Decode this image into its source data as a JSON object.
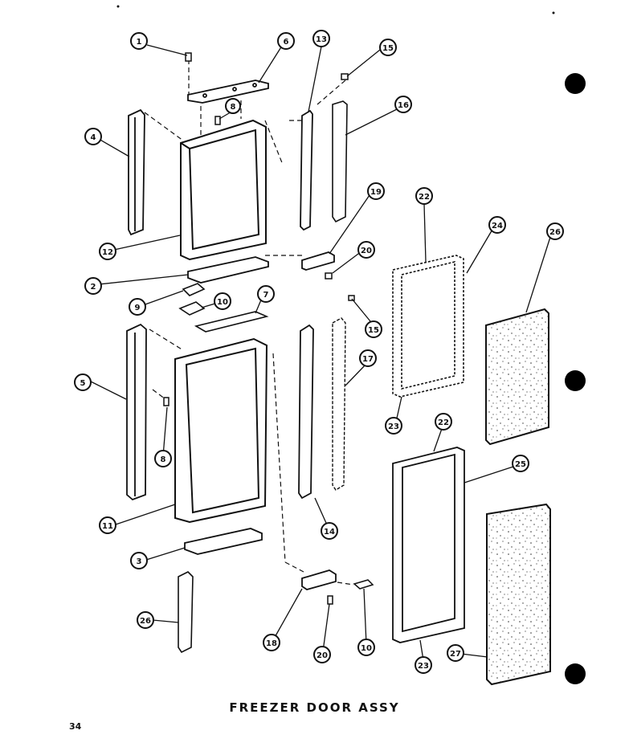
{
  "title": "FREEZER DOOR ASSY",
  "page_number": "34",
  "callouts": [
    {
      "id": "c1",
      "label": "1"
    },
    {
      "id": "c6",
      "label": "6"
    },
    {
      "id": "c13",
      "label": "13"
    },
    {
      "id": "c15a",
      "label": "15"
    },
    {
      "id": "c4",
      "label": "4"
    },
    {
      "id": "c8a",
      "label": "8"
    },
    {
      "id": "c16",
      "label": "16"
    },
    {
      "id": "c12",
      "label": "12"
    },
    {
      "id": "c19a",
      "label": "19"
    },
    {
      "id": "c22a",
      "label": "22"
    },
    {
      "id": "c24",
      "label": "24"
    },
    {
      "id": "c26a",
      "label": "26"
    },
    {
      "id": "c20a",
      "label": "20"
    },
    {
      "id": "c2",
      "label": "2"
    },
    {
      "id": "c9",
      "label": "9"
    },
    {
      "id": "c10a",
      "label": "10"
    },
    {
      "id": "c7",
      "label": "7"
    },
    {
      "id": "c15b",
      "label": "15"
    },
    {
      "id": "c17",
      "label": "17"
    },
    {
      "id": "c5",
      "label": "5"
    },
    {
      "id": "c23a",
      "label": "23"
    },
    {
      "id": "c22b",
      "label": "22"
    },
    {
      "id": "c8b",
      "label": "8"
    },
    {
      "id": "c25",
      "label": "25"
    },
    {
      "id": "c11",
      "label": "11"
    },
    {
      "id": "c14",
      "label": "14"
    },
    {
      "id": "c3",
      "label": "3"
    },
    {
      "id": "c26b",
      "label": "26"
    },
    {
      "id": "c18",
      "label": "18"
    },
    {
      "id": "c20b",
      "label": "20"
    },
    {
      "id": "c10b",
      "label": "10"
    },
    {
      "id": "c27",
      "label": "27"
    },
    {
      "id": "c23b",
      "label": "23"
    }
  ]
}
